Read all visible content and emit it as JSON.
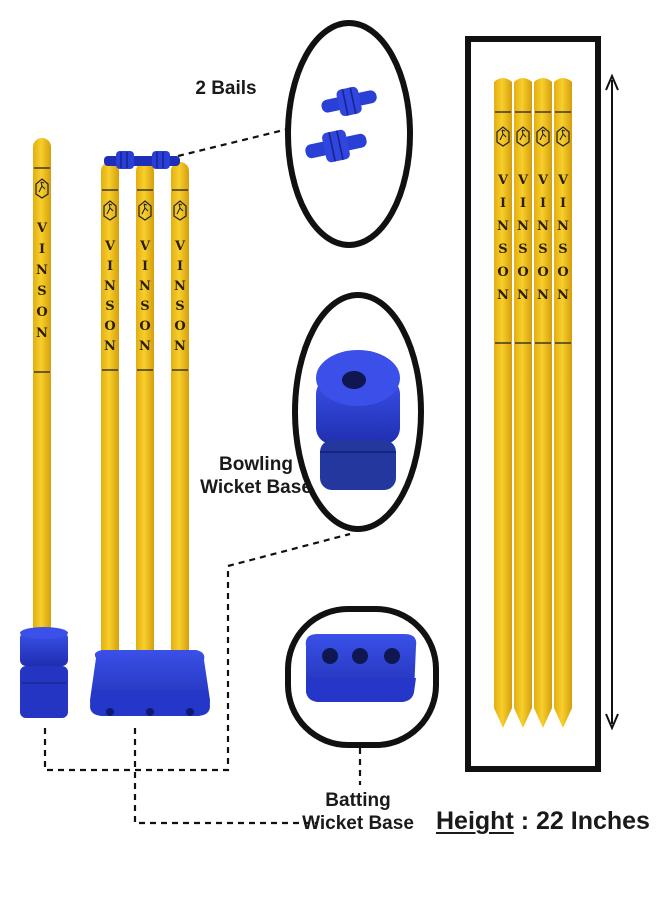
{
  "labels": {
    "bails": "2 Bails",
    "bowling_line1": "Bowling",
    "bowling_line2": "Wicket Base",
    "batting_line1": "Batting",
    "batting_line2": "Wicket Base",
    "height_word": "Height",
    "height_value": " : 22 Inches"
  },
  "stump_brand": "VINSON",
  "stump_brand_letters": [
    "V",
    "I",
    "N",
    "S",
    "O",
    "N"
  ],
  "colors": {
    "stump_yellow": "#F2C21C",
    "stump_shade": "#D9A40F",
    "base_blue": "#2A3FD6",
    "base_dark": "#1B2A9E",
    "outline": "#111111",
    "background": "#FFFFFF"
  }
}
